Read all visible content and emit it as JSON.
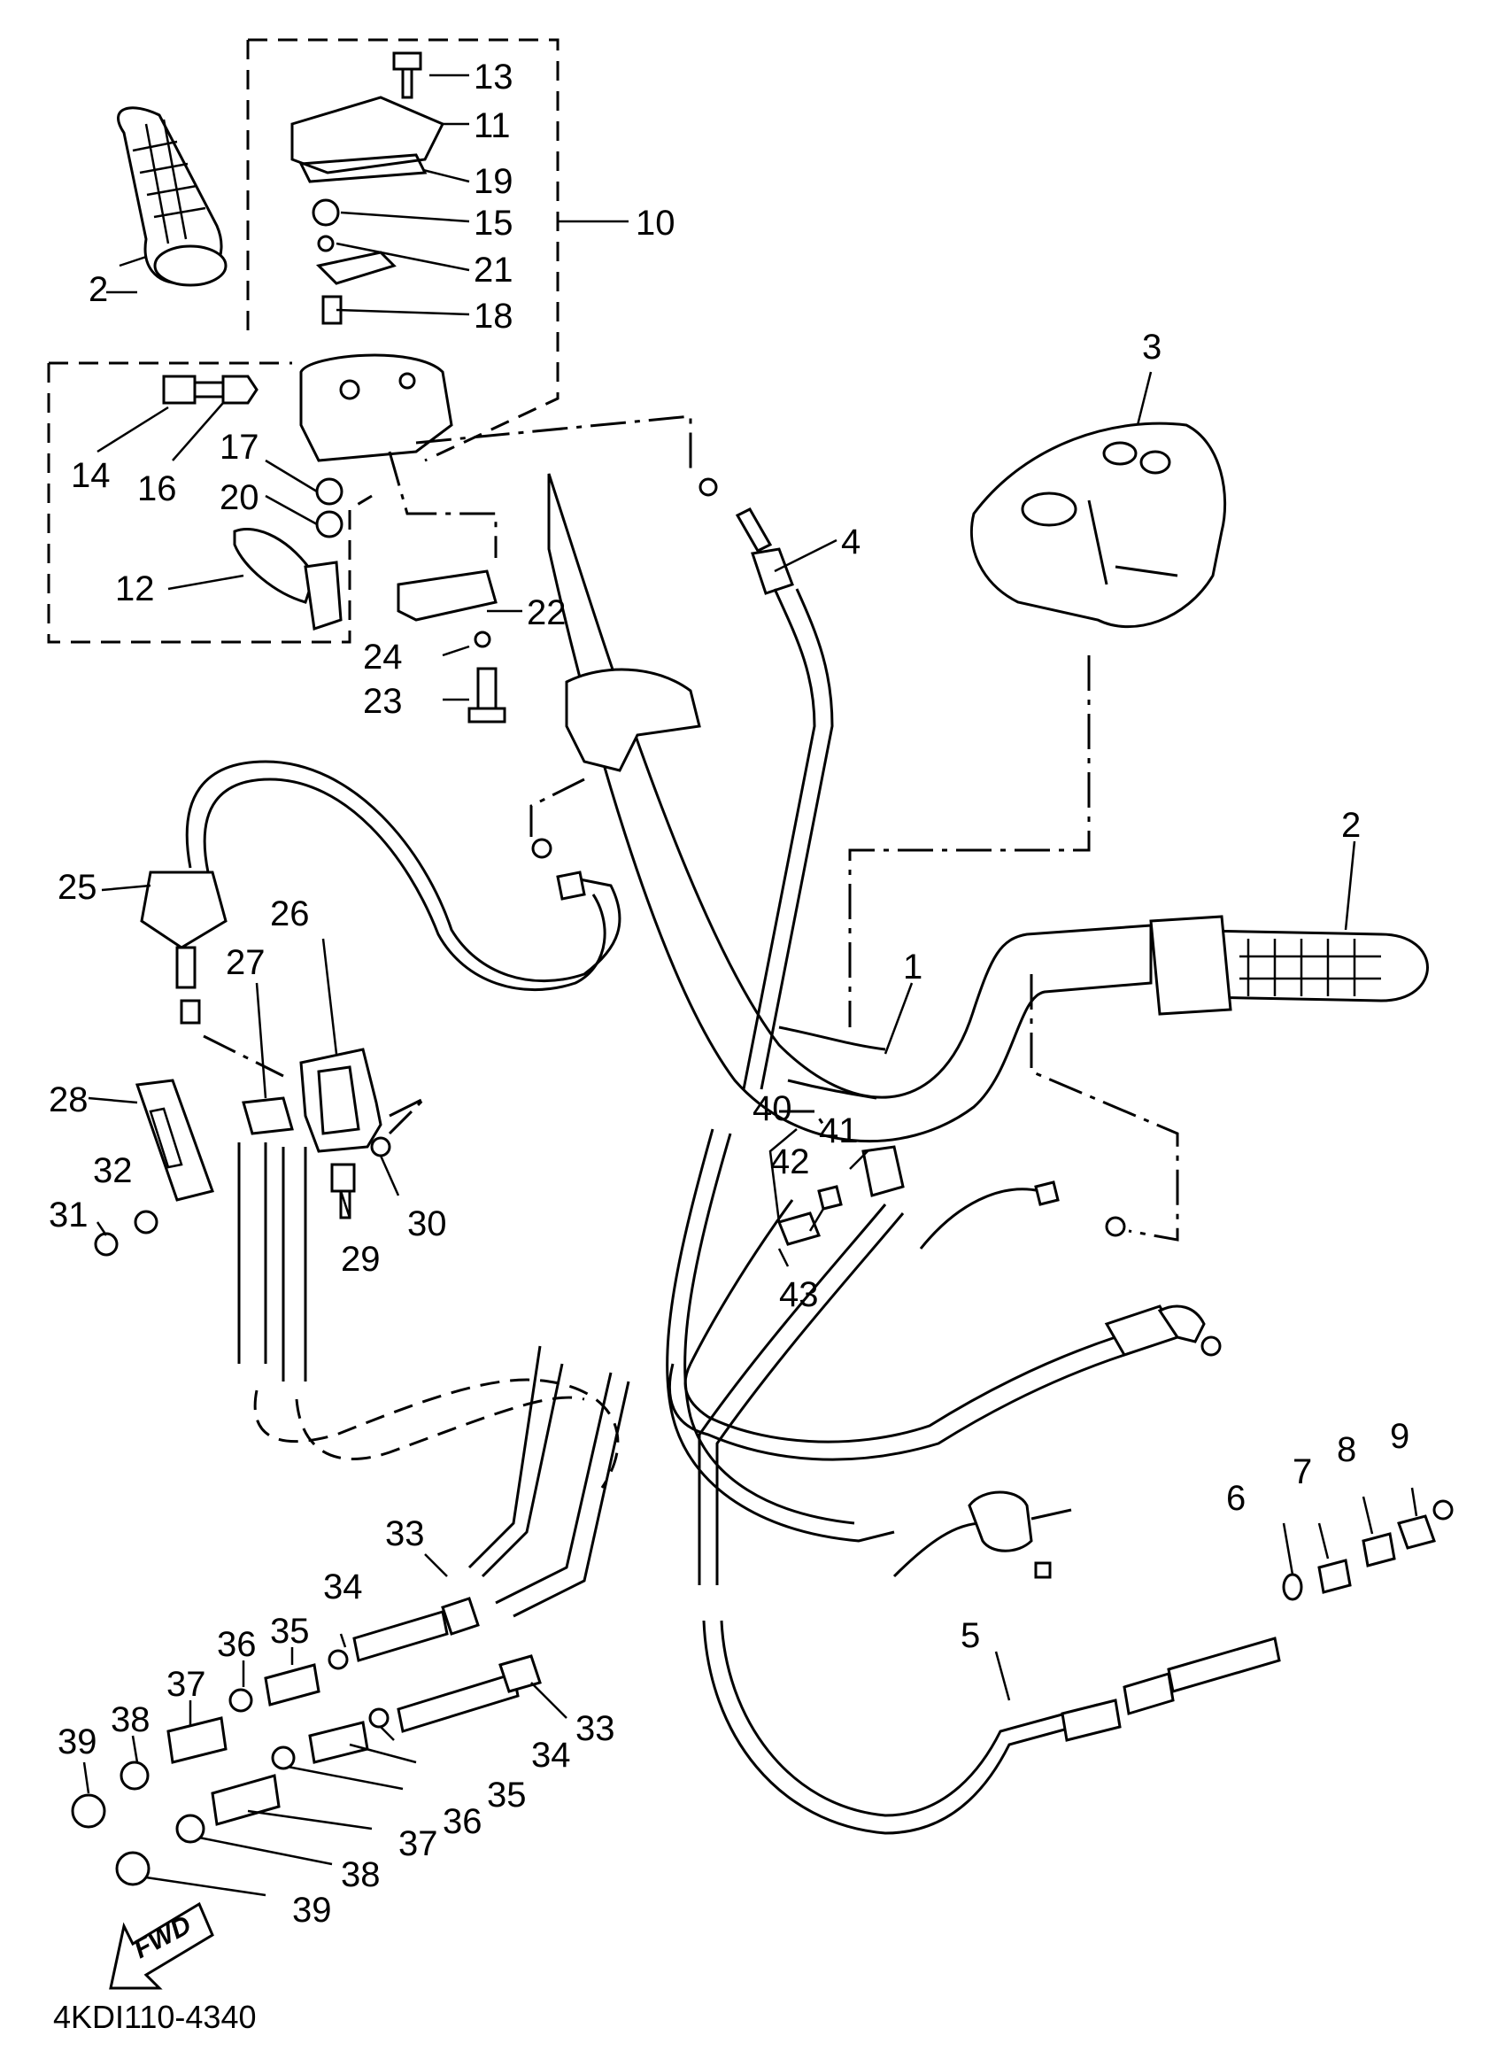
{
  "diagram": {
    "doc_code": "4KDI110-4340",
    "fwd_label": "FWD",
    "part_labels": {
      "p1": "1",
      "p2a": "2",
      "p2b": "2",
      "p3": "3",
      "p4": "4",
      "p5": "5",
      "p6": "6",
      "p7": "7",
      "p8": "8",
      "p9": "9",
      "p10": "10",
      "p11": "11",
      "p12": "12",
      "p13": "13",
      "p14": "14",
      "p15": "15",
      "p16": "16",
      "p17": "17",
      "p18": "18",
      "p19": "19",
      "p20": "20",
      "p21": "21",
      "p22": "22",
      "p23": "23",
      "p24": "24",
      "p25": "25",
      "p26": "26",
      "p27": "27",
      "p28": "28",
      "p29": "29",
      "p30": "30",
      "p31": "31",
      "p32": "32",
      "p33a": "33",
      "p33b": "33",
      "p34a": "34",
      "p34b": "34",
      "p35a": "35",
      "p35b": "35",
      "p36a": "36",
      "p36b": "36",
      "p37a": "37",
      "p37b": "37",
      "p38a": "38",
      "p38b": "38",
      "p39a": "39",
      "p39b": "39",
      "p40": "40",
      "p41": "41",
      "p42": "42",
      "p43": "43"
    }
  }
}
